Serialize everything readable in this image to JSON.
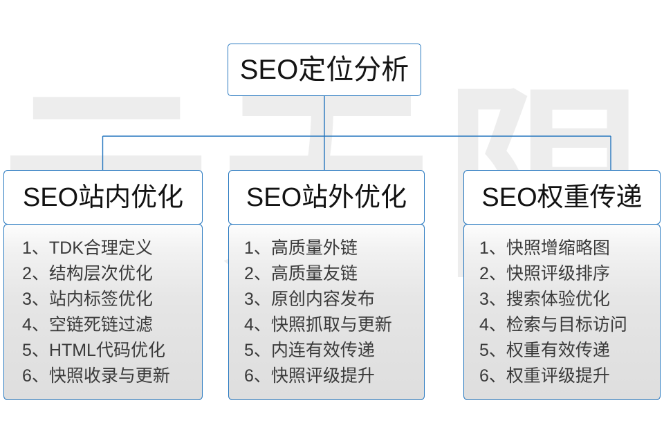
{
  "diagram": {
    "title": "SEO定位分析",
    "watermark_text": "云无限",
    "accent_color": "#2677bf",
    "text_color": "#141414",
    "bullet_text_color": "#3a3a3a",
    "background_color": "#ffffff",
    "root": {
      "label": "SEO定位分析"
    },
    "columns": [
      {
        "header": "SEO站内优化",
        "items": [
          {
            "num": "1、",
            "text": "TDK合理定义"
          },
          {
            "num": "2、",
            "text": "结构层次优化"
          },
          {
            "num": "3、",
            "text": "站内标签优化"
          },
          {
            "num": "4、",
            "text": "空链死链过滤"
          },
          {
            "num": "5、",
            "text": "HTML代码优化"
          },
          {
            "num": "6、",
            "text": "快照收录与更新"
          }
        ]
      },
      {
        "header": "SEO站外优化",
        "items": [
          {
            "num": "1、",
            "text": "高质量外链"
          },
          {
            "num": "2、",
            "text": "高质量友链"
          },
          {
            "num": "3、",
            "text": "原创内容发布"
          },
          {
            "num": "4、",
            "text": "快照抓取与更新"
          },
          {
            "num": "5、",
            "text": "内连有效传递"
          },
          {
            "num": "6、",
            "text": "快照评级提升"
          }
        ]
      },
      {
        "header": "SEO权重传递",
        "items": [
          {
            "num": "1、",
            "text": "快照增缩略图"
          },
          {
            "num": "2、",
            "text": "快照评级排序"
          },
          {
            "num": "3、",
            "text": "搜索体验优化"
          },
          {
            "num": "4、",
            "text": "检索与目标访问"
          },
          {
            "num": "5、",
            "text": "权重有效传递"
          },
          {
            "num": "6、",
            "text": "权重评级提升"
          }
        ]
      }
    ]
  }
}
